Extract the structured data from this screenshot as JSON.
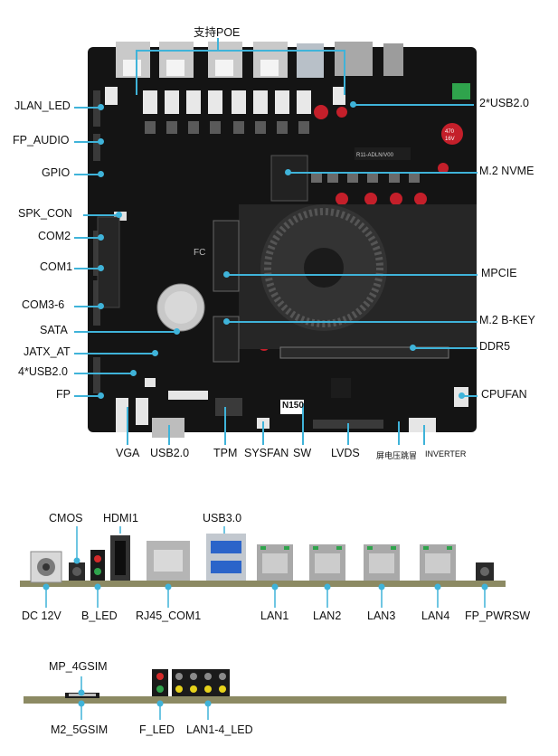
{
  "board": {
    "chips": {
      "model": "R11-ADLN/V00",
      "cpu": "N150",
      "fc": "FC",
      "cap1": "470",
      "cap2": "16V"
    },
    "top_label": "支持POE",
    "left_labels": [
      "JLAN_LED",
      "FP_AUDIO",
      "GPIO",
      "SPK_CON",
      "COM2",
      "COM1",
      "COM3-6",
      "SATA",
      "JATX_AT",
      "4*USB2.0",
      "FP"
    ],
    "right_labels": [
      "2*USB2.0",
      "M.2 NVME",
      "MPCIE",
      "M.2 B-KEY",
      "DDR5",
      "CPUFAN"
    ],
    "bottom_labels": [
      "VGA",
      "USB2.0",
      "TPM",
      "SYSFAN",
      "SW",
      "LVDS",
      "屏电压跳冒",
      "INVERTER"
    ]
  },
  "io_panel": {
    "top_labels": [
      "CMOS",
      "HDMI1",
      "USB3.0"
    ],
    "bottom_labels": [
      "DC 12V",
      "B_LED",
      "RJ45_COM1",
      "LAN1",
      "LAN2",
      "LAN3",
      "LAN4",
      "FP_PWRSW"
    ]
  },
  "led_panel": {
    "top_labels": [
      "MP_4GSIM"
    ],
    "bottom_labels": [
      "M2_5GSIM",
      "F_LED",
      "LAN1-4_LED"
    ]
  },
  "colors": {
    "accent": "#3fb3d9",
    "pcb": "#141414",
    "rail": "#8c8a63",
    "heatsink": "#262626"
  }
}
